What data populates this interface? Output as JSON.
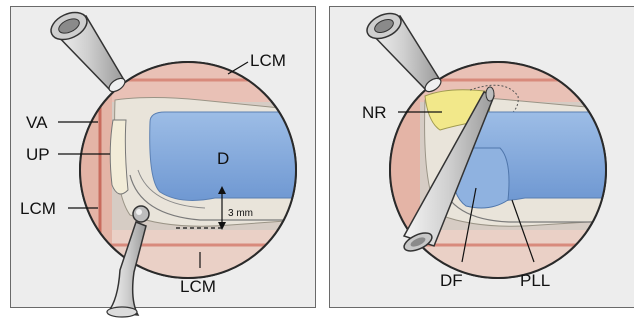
{
  "figure": {
    "left_panel": {
      "labels": {
        "lcm_top": "LCM",
        "va": "VA",
        "up": "UP",
        "lcm_left": "LCM",
        "lcm_bottom": "LCM",
        "d": "D",
        "measure": "3 mm"
      }
    },
    "right_panel": {
      "labels": {
        "nr": "NR",
        "df": "DF",
        "pll": "PLL"
      }
    }
  },
  "colors": {
    "disc": "#7ea6dc",
    "nerve_root": "#f2e88a",
    "muscle": "#e8a79a",
    "circle_bg": "#d9cfc8",
    "instrument": "#d8d8d8"
  }
}
